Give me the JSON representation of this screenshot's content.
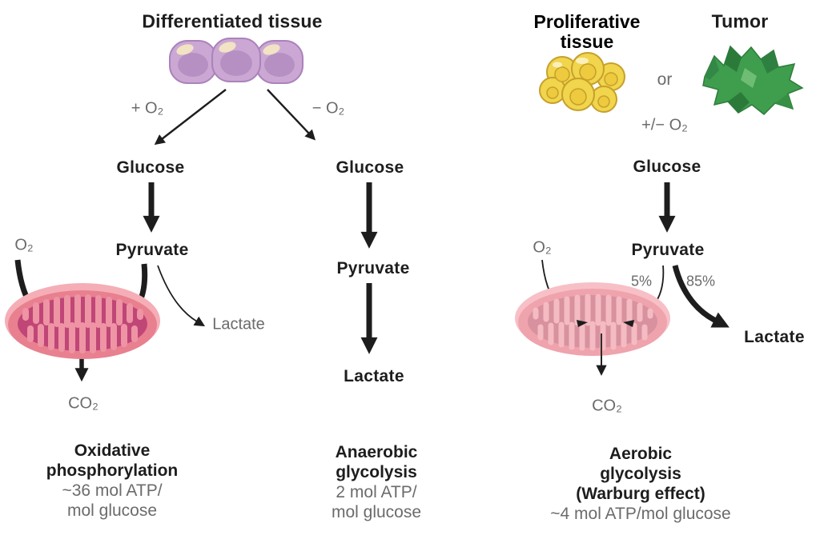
{
  "colors": {
    "page_background": "#ffffff",
    "text_dark": "#1d1d1d",
    "text_gray": "#6b6b6b",
    "differentiated_cell_purple": "#cba8d4",
    "proliferative_cell_yellow": "#f0d54d",
    "tumor_green": "#3f9d4e",
    "mitochondrion_left_body": "#e8808f",
    "mitochondrion_left_matrix": "#c04677",
    "mitochondrion_left_cristae": "#ee94a4",
    "mitochondrion_right_body": "#efa3ad",
    "mitochondrion_right_matrix": "#d8919e",
    "mitochondrion_right_cristae": "#f4bcc2"
  },
  "left_panel": {
    "title": "Differentiated tissue",
    "branch_left": "+ O₂",
    "branch_right": "− O₂",
    "glucose": "Glucose",
    "pyruvate": "Pyruvate",
    "oxygen": "O₂",
    "lactate": "Lactate",
    "co2": "CO₂",
    "process": [
      "Oxidative",
      "phosphorylation"
    ],
    "atp_yield": [
      "~36 mol ATP/",
      "mol glucose"
    ]
  },
  "middle_panel": {
    "glucose": "Glucose",
    "pyruvate": "Pyruvate",
    "lactate": "Lactate",
    "process": [
      "Anaerobic",
      "glycolysis"
    ],
    "atp_yield": [
      "2 mol ATP/",
      "mol glucose"
    ]
  },
  "right_panel": {
    "title": [
      "Proliferative",
      "tissue"
    ],
    "or_label": "or",
    "tumor_title": "Tumor",
    "branch": "+/− O₂",
    "glucose": "Glucose",
    "pyruvate": "Pyruvate",
    "oxygen": "O₂",
    "pct_to_mitochondria": "5%",
    "pct_to_lactate": "85%",
    "lactate": "Lactate",
    "co2": "CO₂",
    "process": [
      "Aerobic",
      "glycolysis",
      "(Warburg effect)"
    ],
    "atp_yield": "~4 mol ATP/mol glucose"
  }
}
